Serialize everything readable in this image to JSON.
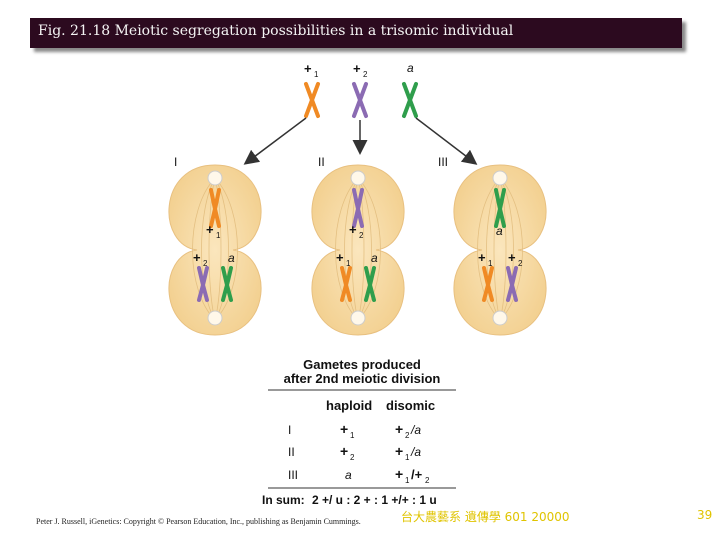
{
  "title": "Fig. 21.18  Meiotic segregation possibilities in a trisomic individual",
  "top_labels": {
    "plus1": "+",
    "plus1_sub": "1",
    "plus2": "+",
    "plus2_sub": "2",
    "a": "a"
  },
  "cells": [
    {
      "numeral": "I",
      "upper": "+",
      "upper_sub": "1",
      "lower_left": "+",
      "lower_left_sub": "2",
      "lower_right": "a"
    },
    {
      "numeral": "II",
      "upper": "+",
      "upper_sub": "2",
      "lower_left": "+",
      "lower_left_sub": "1",
      "lower_right": "a"
    },
    {
      "numeral": "III",
      "upper": "a",
      "upper_sub": "",
      "lower_left": "+",
      "lower_left_sub": "1",
      "lower_right": "+",
      "lower_right_sub": "2"
    }
  ],
  "gamete_table": {
    "heading_line1": "Gametes produced",
    "heading_line2": "after 2nd meiotic division",
    "col_haploid": "haploid",
    "col_disomic": "disomic",
    "rows": [
      {
        "label": "I",
        "haploid": "+",
        "haploid_sub": "1",
        "disomic": "+",
        "disomic_sub": "2",
        "disomic_tail": "/a"
      },
      {
        "label": "II",
        "haploid": "+",
        "haploid_sub": "2",
        "disomic": "+",
        "disomic_sub": "1",
        "disomic_tail": "/a"
      },
      {
        "label": "III",
        "haploid": "a",
        "haploid_sub": "",
        "disomic": "+",
        "disomic_sub": "1",
        "disomic_tail": "/+",
        "disomic_tail_sub": "2"
      }
    ],
    "sum_prefix": "In sum:",
    "sum_expr": "2 +/ u : 2 + : 1 +/+ : 1 u"
  },
  "footer": {
    "credit": "Peter J. Russell, iGenetics: Copyright © Pearson Education, Inc., publishing as Benjamin Cummings.",
    "course": "台大農藝系 遺傳學 601 20000",
    "page": "39"
  },
  "colors": {
    "title_bg": "#2c0a1f",
    "cell": "#f6d9a0",
    "cell_edge": "#e8c080",
    "orange": "#f08a24",
    "purple": "#8b6bb3",
    "green": "#2f9e4c",
    "footer_text": "#e0c400"
  }
}
